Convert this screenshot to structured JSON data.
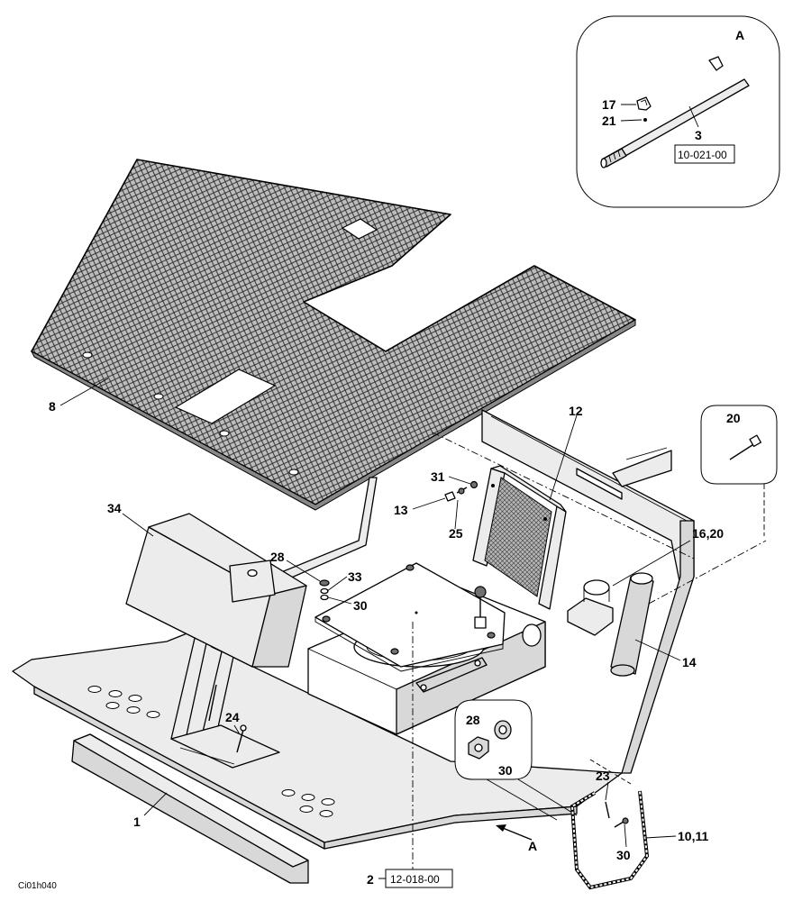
{
  "drawing_id": "Ci01h040",
  "detail_view": {
    "letter": "A",
    "ref_box": "10-021-00"
  },
  "view_arrow": {
    "letter": "A"
  },
  "seat_ref_box": "12-018-00",
  "callouts": {
    "c1": "1",
    "c2": "2",
    "c3": "3",
    "c8": "8",
    "c10_11": "10,11",
    "c12": "12",
    "c13": "13",
    "c14": "14",
    "c16_20": "16,20",
    "c17": "17",
    "c20": "20",
    "c21": "21",
    "c23": "23",
    "c24": "24",
    "c25": "25",
    "c28a": "28",
    "c28b": "28",
    "c30a": "30",
    "c30b": "30",
    "c30c": "30",
    "c31": "31",
    "c33": "33",
    "c34": "34"
  }
}
